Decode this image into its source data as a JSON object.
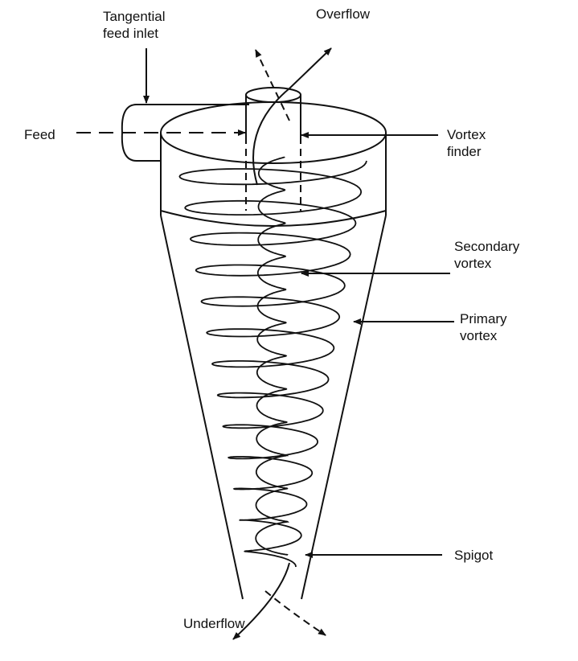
{
  "labels": {
    "tangential_feed_inlet": [
      "Tangential",
      "feed inlet"
    ],
    "overflow": "Overflow",
    "feed": "Feed",
    "vortex_finder": [
      "Vortex",
      "finder"
    ],
    "secondary_vortex": [
      "Secondary",
      "vortex"
    ],
    "primary_vortex": [
      "Primary",
      "vortex"
    ],
    "spigot": "Spigot",
    "underflow": "Underflow"
  },
  "colors": {
    "line": "#111111",
    "background": "#ffffff"
  }
}
